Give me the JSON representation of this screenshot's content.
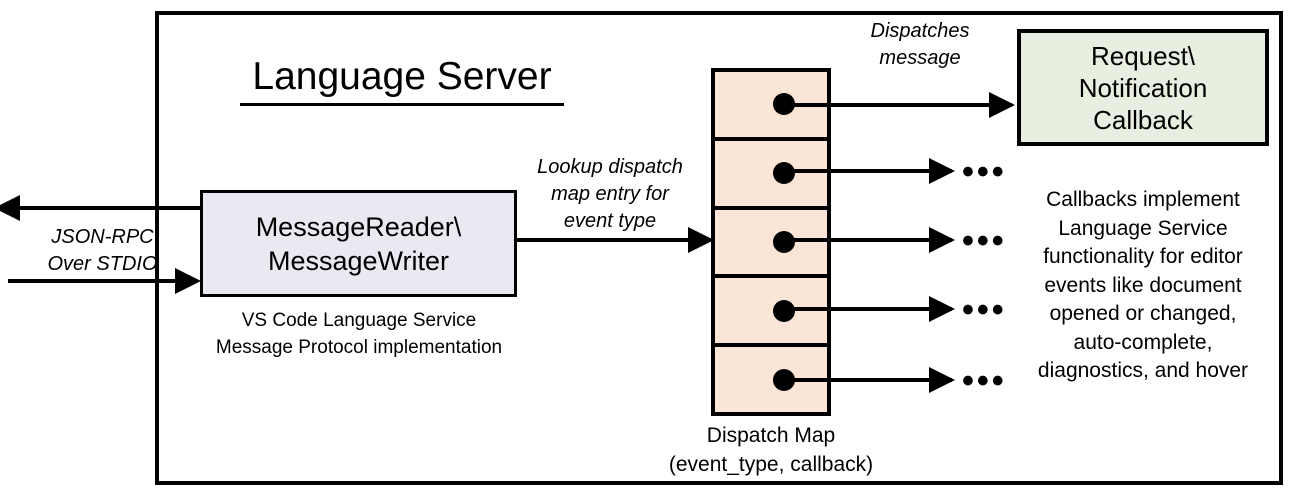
{
  "diagram": {
    "title": "Language Server",
    "outer_frame_label": "language-server-boundary",
    "message_io": {
      "label_line1": "JSON-RPC",
      "label_line2": "Over STDIO",
      "outbound_direction": "left",
      "inbound_direction": "right"
    },
    "message_box": {
      "line1": "MessageReader\\",
      "line2": "MessageWriter",
      "fill_color": "#eae8f0",
      "caption_line1": "VS Code Language Service",
      "caption_line2": "Message Protocol implementation"
    },
    "lookup_label": {
      "line1": "Lookup dispatch",
      "line2": "map entry for",
      "line3": "event type"
    },
    "dispatch_map": {
      "fill_color": "#fbe5d6",
      "cell_count": 5,
      "cells": [
        {
          "id": "entry-1",
          "has_dot": true,
          "target": "callback-box"
        },
        {
          "id": "entry-2",
          "has_dot": true,
          "target": "ellipsis"
        },
        {
          "id": "entry-3",
          "has_dot": true,
          "target": "ellipsis"
        },
        {
          "id": "entry-4",
          "has_dot": true,
          "target": "ellipsis"
        },
        {
          "id": "entry-5",
          "has_dot": true,
          "target": "ellipsis"
        }
      ],
      "caption_line1": "Dispatch Map",
      "caption_line2": "(event_type, callback)",
      "ellipsis_glyph": "•••"
    },
    "dispatch_label": {
      "line1": "Dispatches",
      "line2": "message"
    },
    "callback_box": {
      "line1": "Request\\",
      "line2": "Notification",
      "line3": "Callback",
      "fill_color": "#e8eee0"
    },
    "callback_description": {
      "line1": "Callbacks implement",
      "line2": "Language Service",
      "line3": "functionality for editor",
      "line4": "events like document",
      "line5": "opened or changed,",
      "line6": "auto-complete,",
      "line7": "diagnostics, and hover"
    }
  }
}
